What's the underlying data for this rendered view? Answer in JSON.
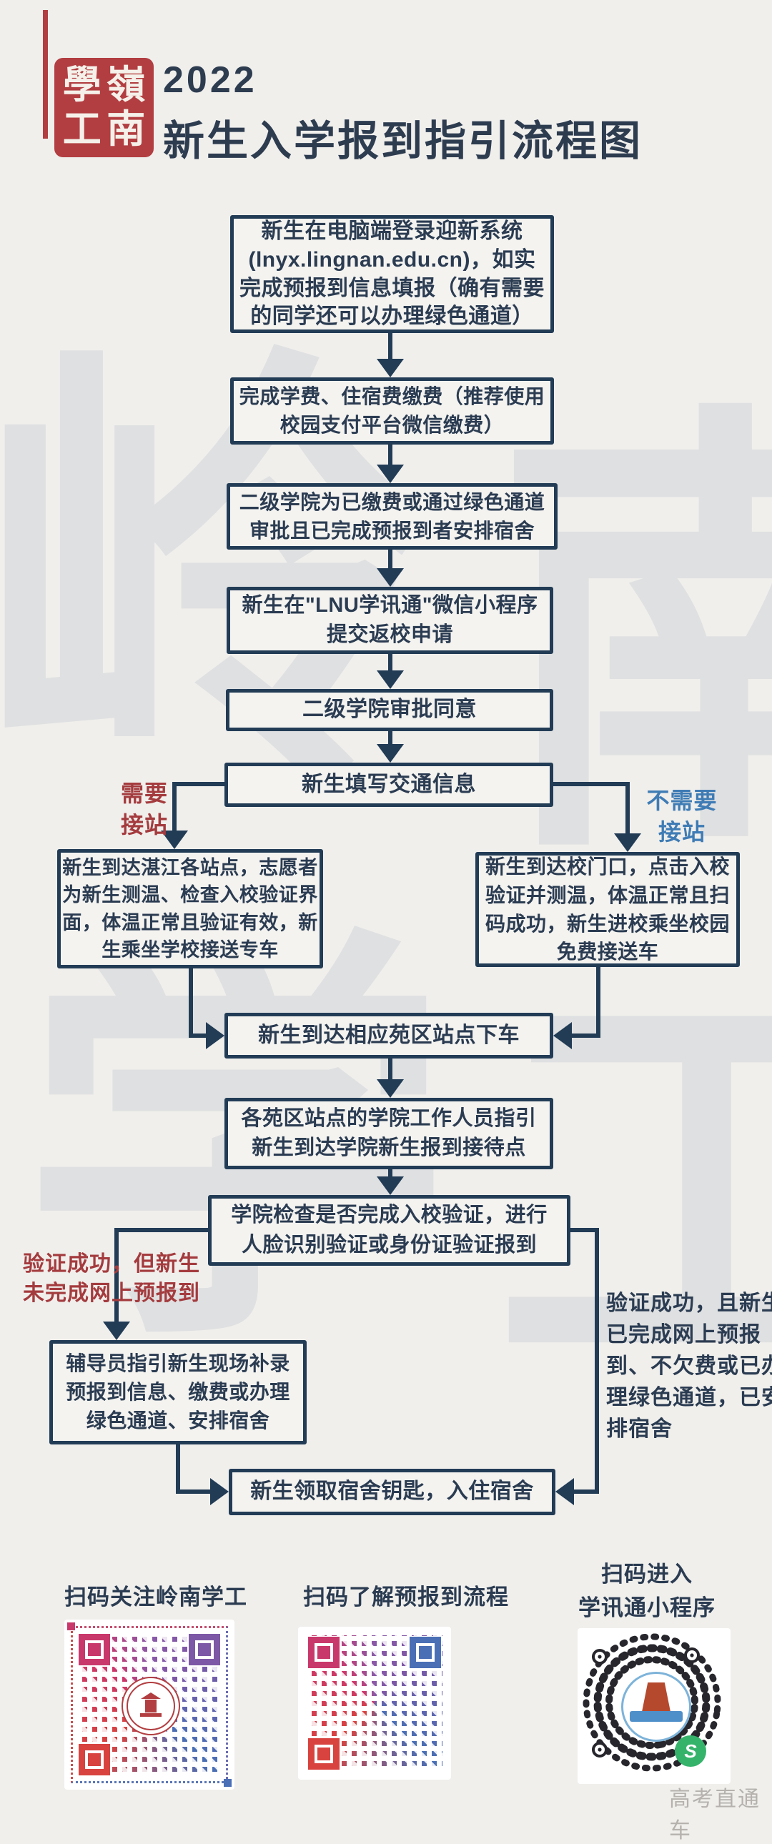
{
  "header": {
    "year": "2022",
    "title": "新生入学报到指引流程图",
    "seal": {
      "tl": "學",
      "tr": "嶺",
      "bl": "工",
      "br": "南"
    }
  },
  "watermark": {
    "w1": "岭",
    "w2": "南",
    "w3": "学",
    "w4": "工"
  },
  "flow": {
    "boxes": [
      {
        "text": "新生在电脑端登录迎新系统 (lnyx.lingnan.edu.cn)，如实完成预报到信息填报（确有需要的同学还可以办理绿色通道）"
      },
      {
        "text": "完成学费、住宿费缴费（推荐使用校园支付平台微信缴费）"
      },
      {
        "text": "二级学院为已缴费或通过绿色通道审批且已完成预报到者安排宿舍"
      },
      {
        "text": "新生在\"LNU学讯通\"微信小程序提交返校申请"
      },
      {
        "text": "二级学院审批同意"
      },
      {
        "text": "新生填写交通信息"
      },
      {
        "text": "新生到达湛江各站点，志愿者为新生测温、检查入校验证界面，体温正常且验证有效，新生乘坐学校接送专车"
      },
      {
        "text": "新生到达校门口，点击入校验证并测温，体温正常且扫码成功，新生进校乘坐校园免费接送车"
      },
      {
        "text": "新生到达相应苑区站点下车"
      },
      {
        "text": "各苑区站点的学院工作人员指引新生到达学院新生报到接待点"
      },
      {
        "text": "学院检查是否完成入校验证，进行人脸识别验证或身份证验证报到"
      },
      {
        "text": "辅导员指引新生现场补录预报到信息、缴费或办理绿色通道、安排宿舍"
      },
      {
        "text": "新生领取宿舍钥匙，入住宿舍"
      }
    ],
    "labels": {
      "need_pickup": "需要接站",
      "no_need_pickup": "不需要接站",
      "verify_fail": "验证成功，但新生未完成网上预报到",
      "verify_ok": "验证成功，且新生已完成网上预报到、不欠费或已办理绿色通道，已安排宿舍"
    }
  },
  "qr": {
    "left_caption": "扫码关注岭南学工",
    "middle_caption": "扫码了解预报到流程",
    "right_caption_line1": "扫码进入",
    "right_caption_line2": "学讯通小程序"
  },
  "footer": {
    "credit": "高考直通车"
  },
  "colors": {
    "navy": "#223c56",
    "red": "#a43b3e",
    "blue": "#3f7cb5",
    "seal_red": "#b23e41"
  }
}
